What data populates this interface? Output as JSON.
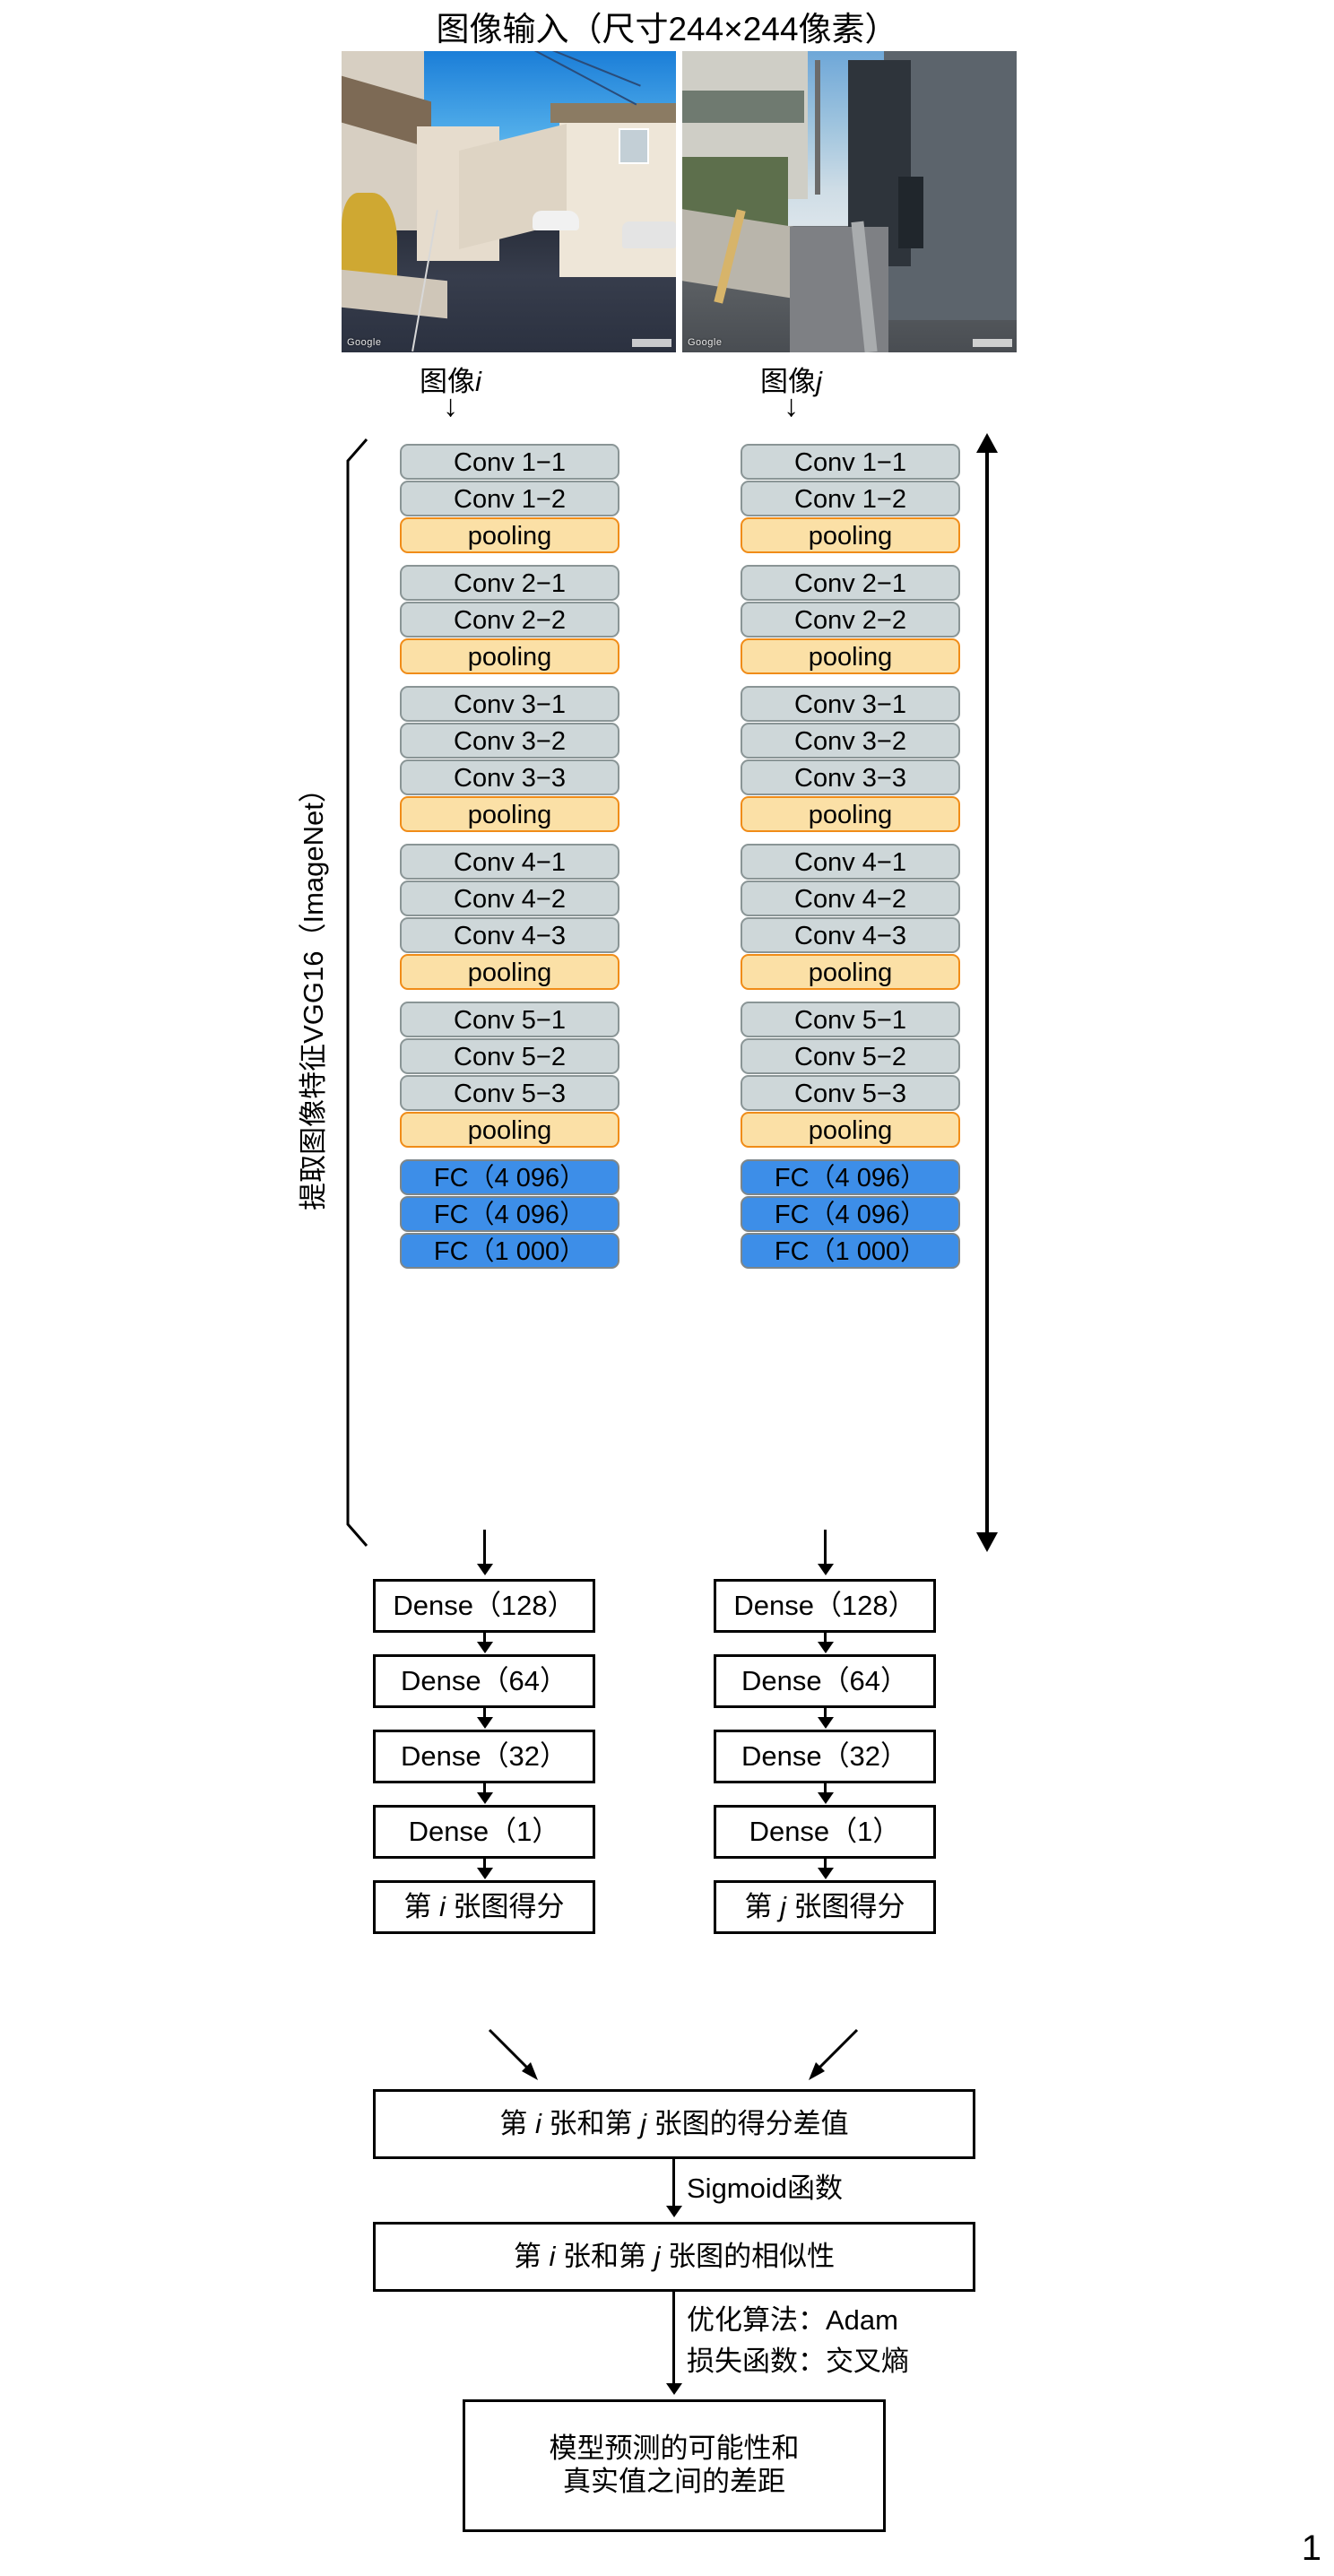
{
  "title": "图像输入（尺寸244×244像素）",
  "page_number": "1",
  "photos": [
    {
      "name": "image-i",
      "watermark": "Google",
      "caption": "图像",
      "caption_var": "i"
    },
    {
      "name": "image-j",
      "watermark": "Google",
      "caption": "图像",
      "caption_var": "j"
    }
  ],
  "vgg": {
    "caption": "提取图像特征VGG16（ImageNet）",
    "layers": [
      {
        "label": "Conv 1−1",
        "type": "conv"
      },
      {
        "label": "Conv 1−2",
        "type": "conv"
      },
      {
        "label": "pooling",
        "type": "pool"
      },
      {
        "label": "Conv 2−1",
        "type": "conv"
      },
      {
        "label": "Conv 2−2",
        "type": "conv"
      },
      {
        "label": "pooling",
        "type": "pool"
      },
      {
        "label": "Conv 3−1",
        "type": "conv"
      },
      {
        "label": "Conv 3−2",
        "type": "conv"
      },
      {
        "label": "Conv 3−3",
        "type": "conv"
      },
      {
        "label": "pooling",
        "type": "pool"
      },
      {
        "label": "Conv 4−1",
        "type": "conv"
      },
      {
        "label": "Conv 4−2",
        "type": "conv"
      },
      {
        "label": "Conv 4−3",
        "type": "conv"
      },
      {
        "label": "pooling",
        "type": "pool"
      },
      {
        "label": "Conv 5−1",
        "type": "conv"
      },
      {
        "label": "Conv 5−2",
        "type": "conv"
      },
      {
        "label": "Conv 5−3",
        "type": "conv"
      },
      {
        "label": "pooling",
        "type": "pool"
      },
      {
        "label": "FC（4 096）",
        "type": "fc"
      },
      {
        "label": "FC（4 096）",
        "type": "fc"
      },
      {
        "label": "FC（1 000）",
        "type": "fc"
      }
    ]
  },
  "dense": {
    "left": [
      {
        "label": "Dense（128）"
      },
      {
        "label": "Dense（64）"
      },
      {
        "label": "Dense（32）"
      },
      {
        "label": "Dense（1）"
      },
      {
        "label": "第 i 张图得分"
      }
    ],
    "right": [
      {
        "label": "Dense（128）"
      },
      {
        "label": "Dense（64）"
      },
      {
        "label": "Dense（32）"
      },
      {
        "label": "Dense（1）"
      },
      {
        "label": "第 j 张图得分"
      }
    ]
  },
  "merge": {
    "diff_box": "第 i 张和第 j 张图的得分差值",
    "sigmoid_label": "Sigmoid函数",
    "similarity_box": "第 i 张和第 j 张图的相似性",
    "optimizer_label": "优化算法：Adam",
    "loss_label": "损失函数：交叉熵",
    "final_box_line1": "模型预测的可能性和",
    "final_box_line2": "真实值之间的差距"
  },
  "colors": {
    "conv_fill": "#ced7d9",
    "conv_border": "#8a9596",
    "pool_fill": "#fbe0a6",
    "pool_border": "#f08c18",
    "fc_fill": "#3d8ee8",
    "fc_border": "#7d868a",
    "box_border": "#000000",
    "text": "#000000"
  }
}
